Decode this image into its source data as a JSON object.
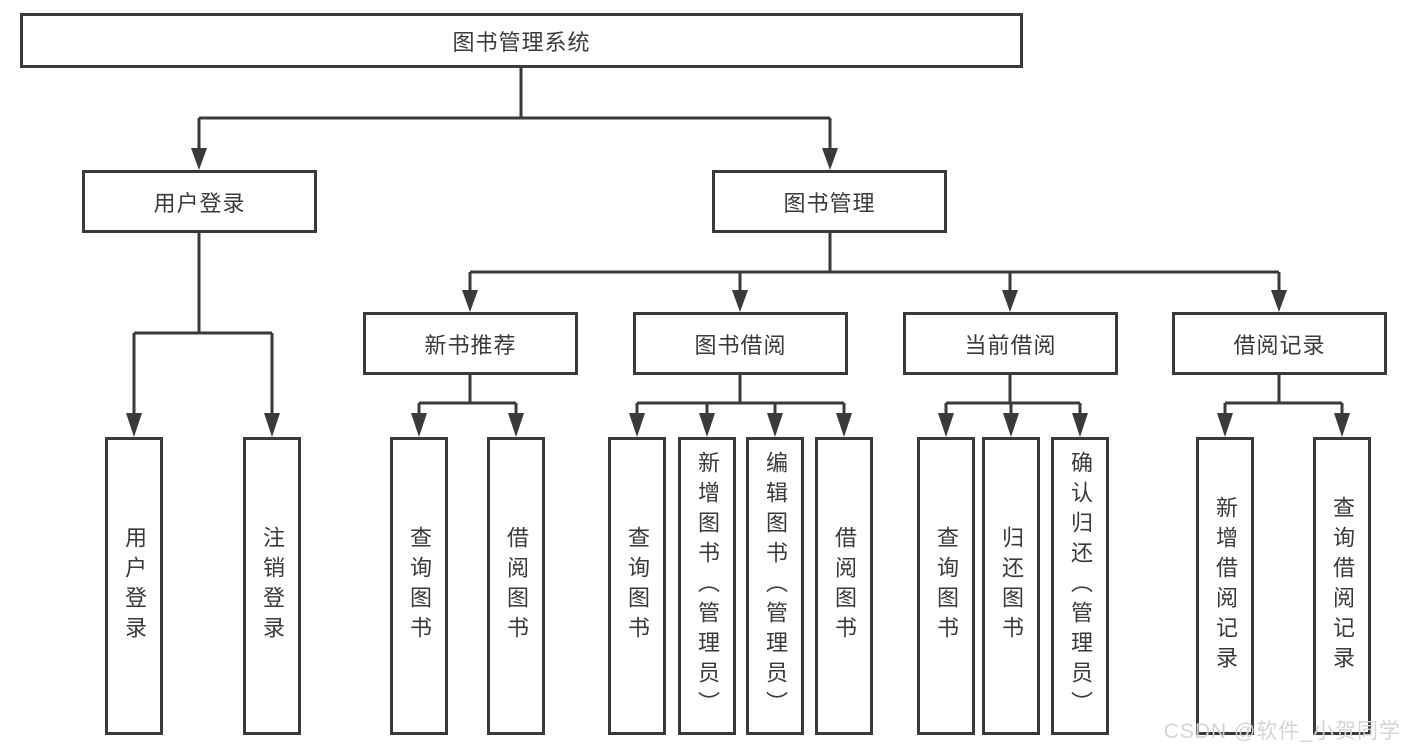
{
  "root": {
    "label": "图书管理系统"
  },
  "level1": [
    {
      "label": "用户登录"
    },
    {
      "label": "图书管理"
    }
  ],
  "level2": [
    {
      "label": "新书推荐"
    },
    {
      "label": "图书借阅"
    },
    {
      "label": "当前借阅"
    },
    {
      "label": "借阅记录"
    }
  ],
  "leaves": {
    "user": [
      "用户登录",
      "注销登录"
    ],
    "newbook": [
      "查询图书",
      "借阅图书"
    ],
    "borrow": [
      "查询图书",
      "新增图书（管理员）",
      "编辑图书（管理员）",
      "借阅图书"
    ],
    "current": [
      "查询图书",
      "归还图书",
      "确认归还（管理员）"
    ],
    "records": [
      "新增借阅记录",
      "查询借阅记录"
    ]
  },
  "watermark": "CSDN @软件_小贺同学",
  "colors": {
    "line": "#3a3a3a",
    "text": "#3a3a3a",
    "watermark": "#d4d4d4"
  }
}
